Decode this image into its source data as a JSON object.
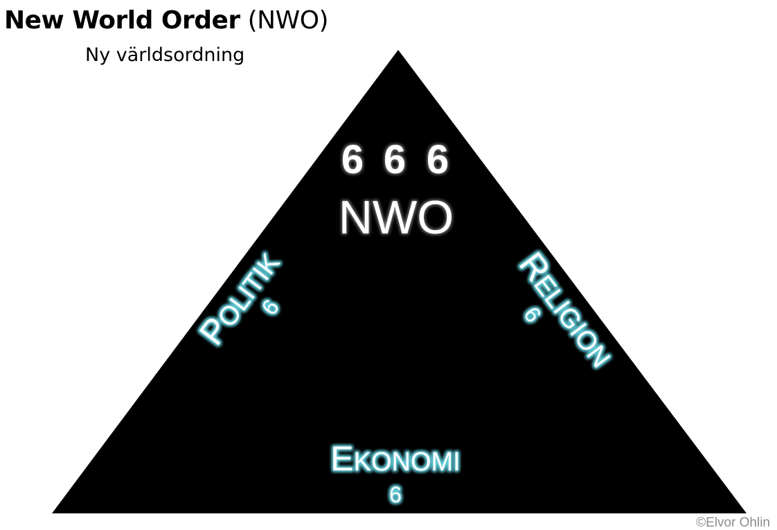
{
  "header": {
    "title_bold": "New World Order",
    "title_rest": " (NWO)",
    "subtitle": "Ny världsordning"
  },
  "pyramid": {
    "fill_color": "#000000",
    "glow_color": "#5fc9d6",
    "apex": {
      "number_1": "6",
      "number_2": "6",
      "number_3": "6",
      "label": "NWO"
    },
    "left": {
      "first_letter": "P",
      "rest": "OLITIK",
      "number": "6"
    },
    "right": {
      "first_letter": "R",
      "rest": "ELIGION",
      "number": "6"
    },
    "bottom": {
      "first_letter": "E",
      "rest": "KONOMI",
      "number": "6"
    }
  },
  "footer": {
    "copyright": "©Elvor Ohlin"
  }
}
